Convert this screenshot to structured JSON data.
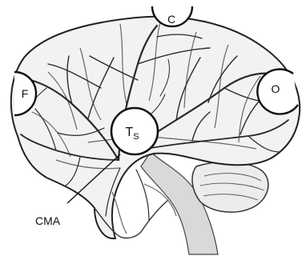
{
  "figure": {
    "labels": {
      "C": "C",
      "F": "F",
      "O": "O",
      "T": "T",
      "T_sub": "S",
      "CMA": "CMA"
    },
    "colors": {
      "background": "#ffffff",
      "ink": "#111111",
      "brain_fill": "#f2f2f2",
      "vessel": "#2a2a2a",
      "brainstem": "#d9d9d9"
    }
  }
}
